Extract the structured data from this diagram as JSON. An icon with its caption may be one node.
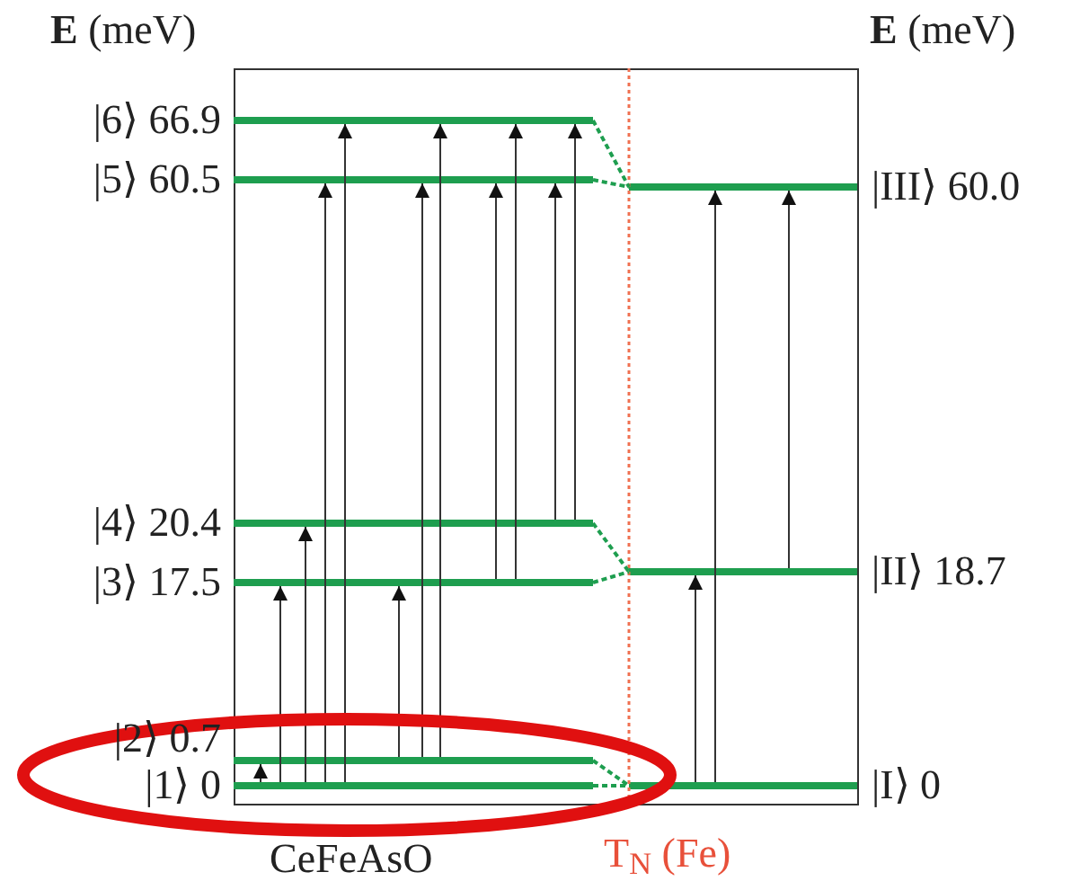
{
  "diagram": {
    "nodes": [
      {
        "text": [],
        "shape": "bar",
        "beside": [
          "|6⟩ 66.9"
        ]
      },
      {
        "text": [],
        "shape": "bar",
        "beside": [
          "|5⟩ 60.5"
        ]
      },
      {
        "text": [],
        "shape": "bar",
        "beside": [
          "|III⟩ 60.0"
        ]
      },
      {
        "text": [],
        "shape": "bar",
        "beside": [
          "|4⟩ 20.4"
        ]
      },
      {
        "text": [],
        "shape": "bar",
        "beside": [
          "|3⟩ 17.5"
        ]
      },
      {
        "text": [],
        "shape": "bar",
        "beside": [
          "|II⟩ 18.7"
        ]
      },
      {
        "text": [],
        "shape": "bar",
        "beside": [
          "|2⟩ 0.7"
        ]
      },
      {
        "text": [],
        "shape": "bar",
        "beside": [
          "|1⟩ 0"
        ]
      },
      {
        "text": [],
        "shape": "bar",
        "beside": [
          "|I⟩ 0"
        ]
      }
    ],
    "edges": [
      {
        "from": 7,
        "to": 6,
        "arrow": "to"
      },
      {
        "from": 7,
        "to": 4,
        "arrow": "to"
      },
      {
        "from": 7,
        "to": 3,
        "arrow": "to"
      },
      {
        "from": 7,
        "to": 1,
        "arrow": "to"
      },
      {
        "from": 7,
        "to": 0,
        "arrow": "to"
      },
      {
        "from": 6,
        "to": 4,
        "arrow": "to"
      },
      {
        "from": 6,
        "to": 1,
        "arrow": "to"
      },
      {
        "from": 6,
        "to": 0,
        "arrow": "to"
      },
      {
        "from": 4,
        "to": 1,
        "arrow": "to"
      },
      {
        "from": 4,
        "to": 0,
        "arrow": "to"
      },
      {
        "from": 3,
        "to": 1,
        "arrow": "to"
      },
      {
        "from": 3,
        "to": 0,
        "arrow": "to"
      },
      {
        "from": 8,
        "to": 5,
        "arrow": "to"
      },
      {
        "from": 8,
        "to": 2,
        "arrow": "to"
      },
      {
        "from": 5,
        "to": 2,
        "arrow": "to"
      },
      {
        "from": 0,
        "to": 2,
        "arrow": "none",
        "style": "dashed",
        "color": "#1e9e4f"
      },
      {
        "from": 1,
        "to": 2,
        "arrow": "none",
        "style": "dashed",
        "color": "#1e9e4f"
      },
      {
        "from": 3,
        "to": 5,
        "arrow": "none",
        "style": "dashed",
        "color": "#1e9e4f"
      },
      {
        "from": 4,
        "to": 5,
        "arrow": "none",
        "style": "dashed",
        "color": "#1e9e4f"
      },
      {
        "from": 6,
        "to": 8,
        "arrow": "none",
        "style": "dashed",
        "color": "#1e9e4f"
      },
      {
        "from": 7,
        "to": 8,
        "arrow": "none",
        "style": "dashed",
        "color": "#1e9e4f"
      }
    ],
    "labels": [
      "**E** (meV)",
      "**E** (meV)",
      "CeFeAsO",
      "T$_{N}$ (Fe)"
    ]
  }
}
